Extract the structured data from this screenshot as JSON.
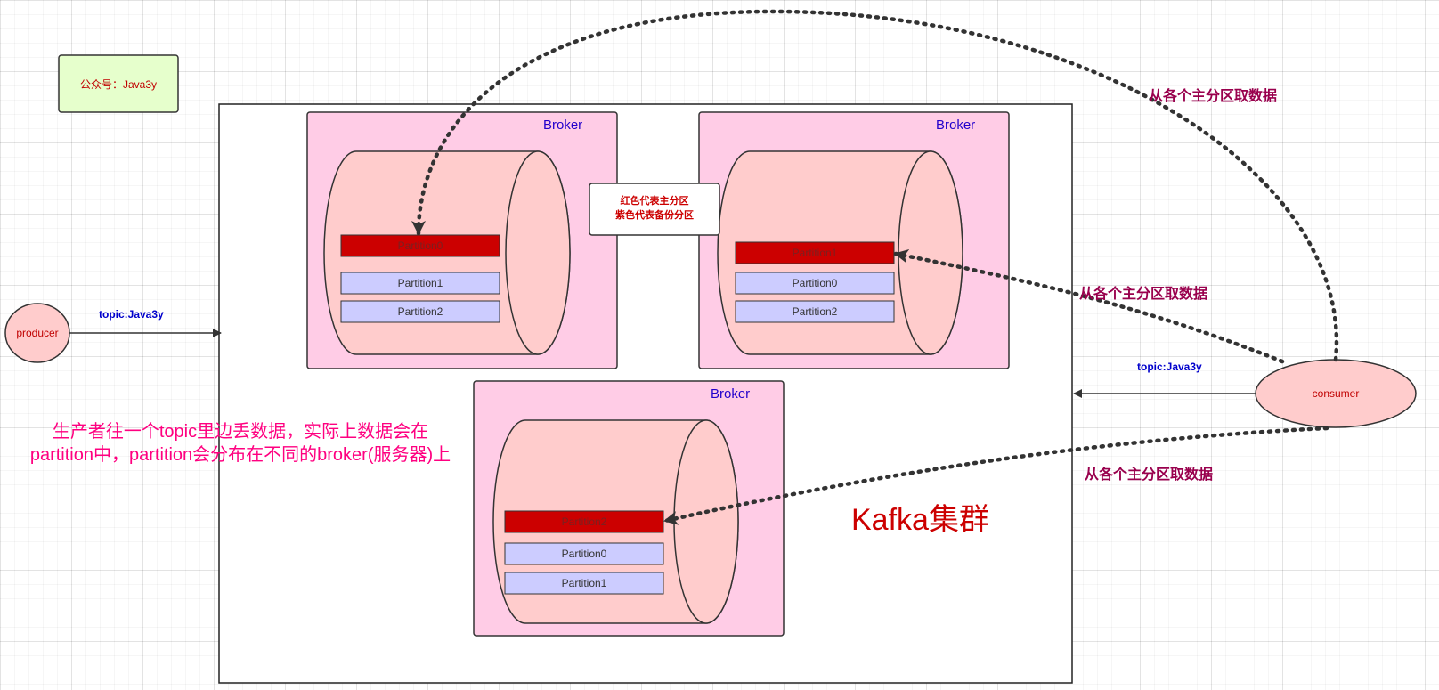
{
  "wechat_note": "公众号：Java3y",
  "producer": {
    "label": "producer",
    "topic": "topic:Java3y"
  },
  "consumer": {
    "label": "consumer",
    "topic": "topic:Java3y"
  },
  "legend": {
    "line1": "红色代表主分区",
    "line2": "紫色代表备份分区"
  },
  "cluster_label": "Kafka集群",
  "description": "生产者往一个topic里边丢数据，实际上数据会在partition中，partition会分布在不同的broker(服务器)上",
  "fetch_label": "从各个主分区取数据",
  "brokers": [
    {
      "title": "Broker",
      "partitions": [
        "Partition0",
        "Partition1",
        "Partition2"
      ]
    },
    {
      "title": "Broker",
      "partitions": [
        "Partition1",
        "Partition0",
        "Partition2"
      ]
    },
    {
      "title": "Broker",
      "partitions": [
        "Partition2",
        "Partition0",
        "Partition1"
      ]
    }
  ],
  "colors": {
    "primary_partition": "#CC0000",
    "replica_partition": "#CCCCFF",
    "broker_bg": "#FFCCE6",
    "cylinder": "#FFCCCC",
    "note_bg": "#E6FFCC",
    "fetch_text": "#99004D",
    "description_text": "#FF0080",
    "topic_text": "#0000CC"
  }
}
